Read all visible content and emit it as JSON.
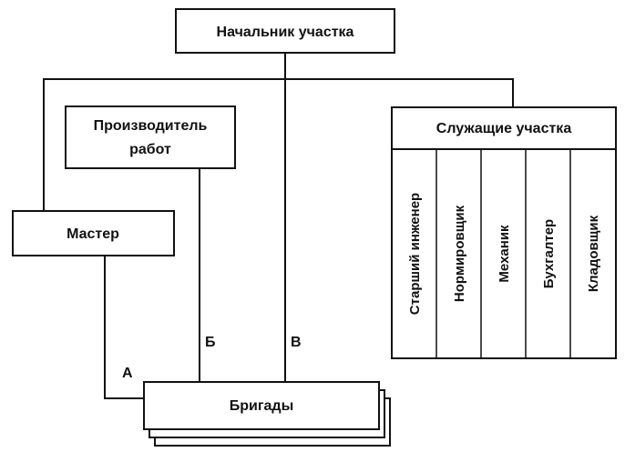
{
  "nodes": {
    "head": "Начальник участка",
    "producer_line1": "Производитель",
    "producer_line2": "работ",
    "master": "Мастер",
    "staff": "Служащие участка",
    "brigades": "Бригады"
  },
  "staff_members": [
    "Старший инженер",
    "Нормировщик",
    "Механик",
    "Бухгалтер",
    "Кладовщик"
  ],
  "line_labels": {
    "a": "А",
    "b": "Б",
    "v": "В"
  }
}
